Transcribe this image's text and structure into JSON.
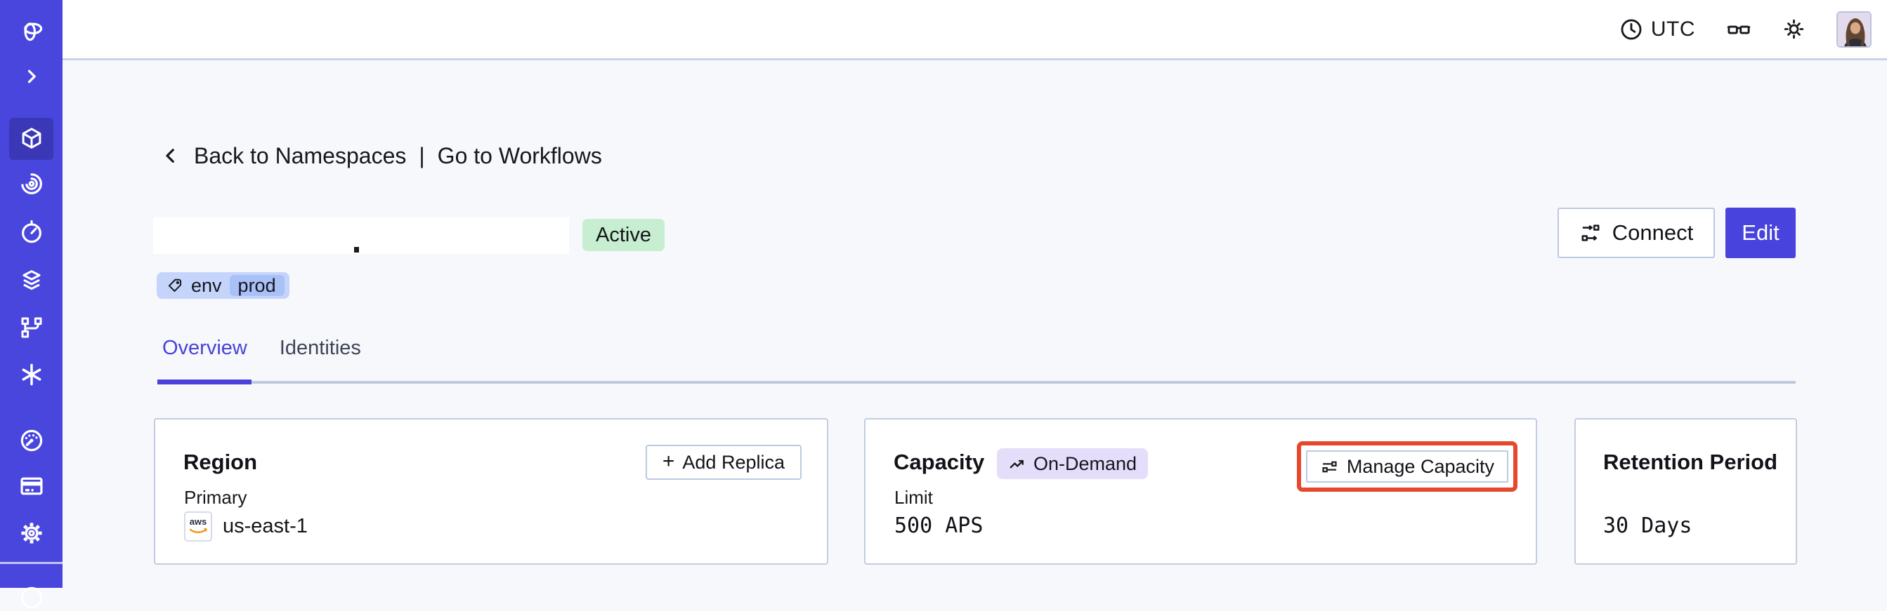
{
  "colors": {
    "sidebar_accent": "#4946DD",
    "sidebar_active_tile": "#3B38B8",
    "primary_button": "#4843DC",
    "active_tab": "#4842DA",
    "status_active_bg": "#C8EED2",
    "tag_bg": "#C5D4FB",
    "tag_inner_bg": "#A9C1F7",
    "ondemand_badge_bg": "#E4DEFA",
    "highlight_box": "#E5482D"
  },
  "sidebar": {
    "icon_names": [
      "temporal-logo",
      "expand-sidebar-chevron",
      "namespaces-cube",
      "workflows-spiral",
      "schedules-timer",
      "batch-layers",
      "deployments-branch",
      "nexus-asterisk",
      "usage-gauge",
      "billing-card",
      "settings-gear",
      "account-circle"
    ],
    "active_item": "namespaces-cube"
  },
  "topbar": {
    "timezone_label": "UTC",
    "icon_names": [
      "clock-icon",
      "glasses-icon",
      "brightness-icon",
      "user-avatar"
    ]
  },
  "breadcrumb": {
    "back_label": "Back to Namespaces",
    "divider": "|",
    "forward_label": "Go to Workflows"
  },
  "namespace_header": {
    "status_badge": "Active",
    "tag": {
      "key": "env",
      "value": "prod"
    },
    "connect_label": "Connect",
    "edit_label": "Edit"
  },
  "tabs": {
    "items": [
      {
        "label": "Overview"
      },
      {
        "label": "Identities"
      }
    ],
    "active_index": 0
  },
  "cards": {
    "region": {
      "title": "Region",
      "plus_glyph": "+",
      "action_label": "Add Replica",
      "field_label": "Primary",
      "provider": "aws",
      "value": "us-east-1"
    },
    "capacity": {
      "title": "Capacity",
      "badge_label": "On-Demand",
      "action_label": "Manage Capacity",
      "field_label": "Limit",
      "value": "500 APS",
      "action_highlighted": true
    },
    "retention": {
      "title": "Retention Period",
      "value": "30 Days"
    }
  }
}
